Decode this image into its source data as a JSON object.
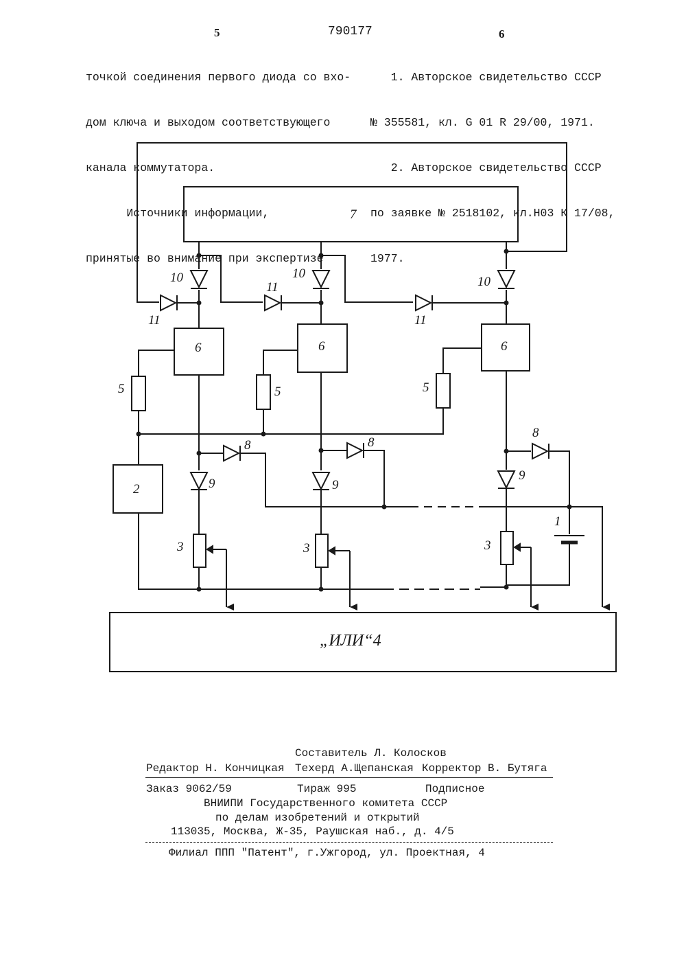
{
  "header": {
    "page_left": "5",
    "patent_number": "790177",
    "page_right": "6"
  },
  "left_column": [
    "точкой соединения первого диода со вхо-",
    "дом ключа и выходом соответствующего",
    "канала коммутатора.",
    "      Источники информации,",
    "принятые во внимание при экспертизе"
  ],
  "right_column": [
    "   1. Авторское свидетельство СССР",
    "№ 355581, кл. G 01 R 29/00, 1971.",
    "   2. Авторское свидетельство СССР",
    "по заявке № 2518102, кл.Н03 К 17/08,",
    "1977."
  ],
  "diagram_labels": {
    "block_7": "7",
    "block_6": "6",
    "block_2": "2",
    "block_or": "„ИЛИ“4",
    "resistor_5": "5",
    "pot_3": "3",
    "battery_1": "1",
    "diode_10": "10",
    "diode_11": "11",
    "diode_8": "8",
    "diode_9": "9"
  },
  "colophon": {
    "compiler_line": "Составитель Л. Колосков",
    "editor": "Редактор Н. Кончицкая",
    "techred": "Техерд А.Щепанская",
    "corrector": "Корректор В. Бутяга",
    "order": "Заказ 9062/59",
    "print_run": "Тираж 995",
    "subscription": "Подписное",
    "org_line1": "ВНИИПИ Государственного комитета СССР",
    "org_line2": "по делам изобретений и открытий",
    "address": "113035, Москва, Ж-35, Раушская наб., д. 4/5",
    "branch": "Филиал ППП \"Патент\", г.Ужгород, ул. Проектная, 4"
  }
}
